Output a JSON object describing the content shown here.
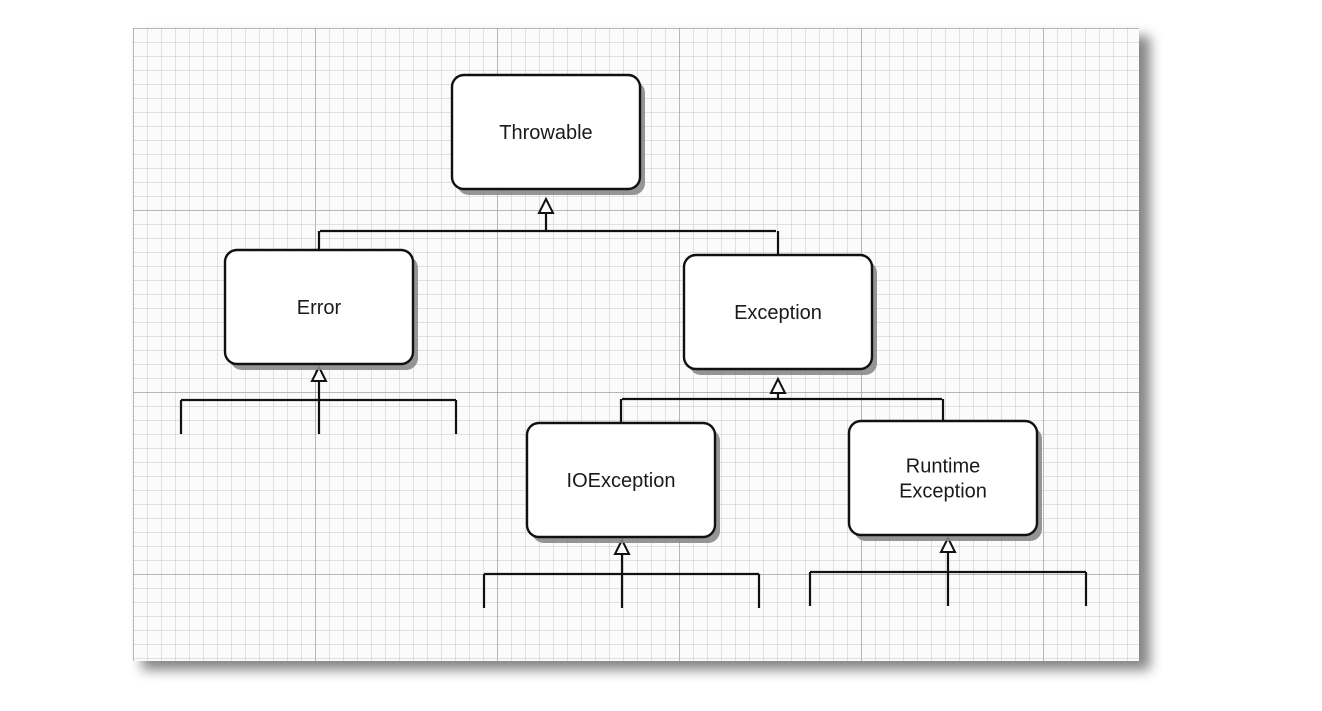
{
  "diagram": {
    "type": "class-hierarchy",
    "nodes": [
      {
        "id": "throwable",
        "label_lines": [
          "Throwable"
        ]
      },
      {
        "id": "error",
        "label_lines": [
          "Error"
        ]
      },
      {
        "id": "exception",
        "label_lines": [
          "Exception"
        ]
      },
      {
        "id": "ioexception",
        "label_lines": [
          "IOException"
        ]
      },
      {
        "id": "runtime-exception",
        "label_lines": [
          "Runtime",
          "Exception"
        ]
      }
    ],
    "edges": [
      {
        "from": "error",
        "to": "throwable",
        "kind": "inheritance"
      },
      {
        "from": "exception",
        "to": "throwable",
        "kind": "inheritance"
      },
      {
        "from": "ioexception",
        "to": "exception",
        "kind": "inheritance"
      },
      {
        "from": "runtime-exception",
        "to": "exception",
        "kind": "inheritance"
      }
    ],
    "colors": {
      "line": "#111111",
      "node_fill": "#ffffff",
      "grid": "#b4b4b4"
    }
  }
}
